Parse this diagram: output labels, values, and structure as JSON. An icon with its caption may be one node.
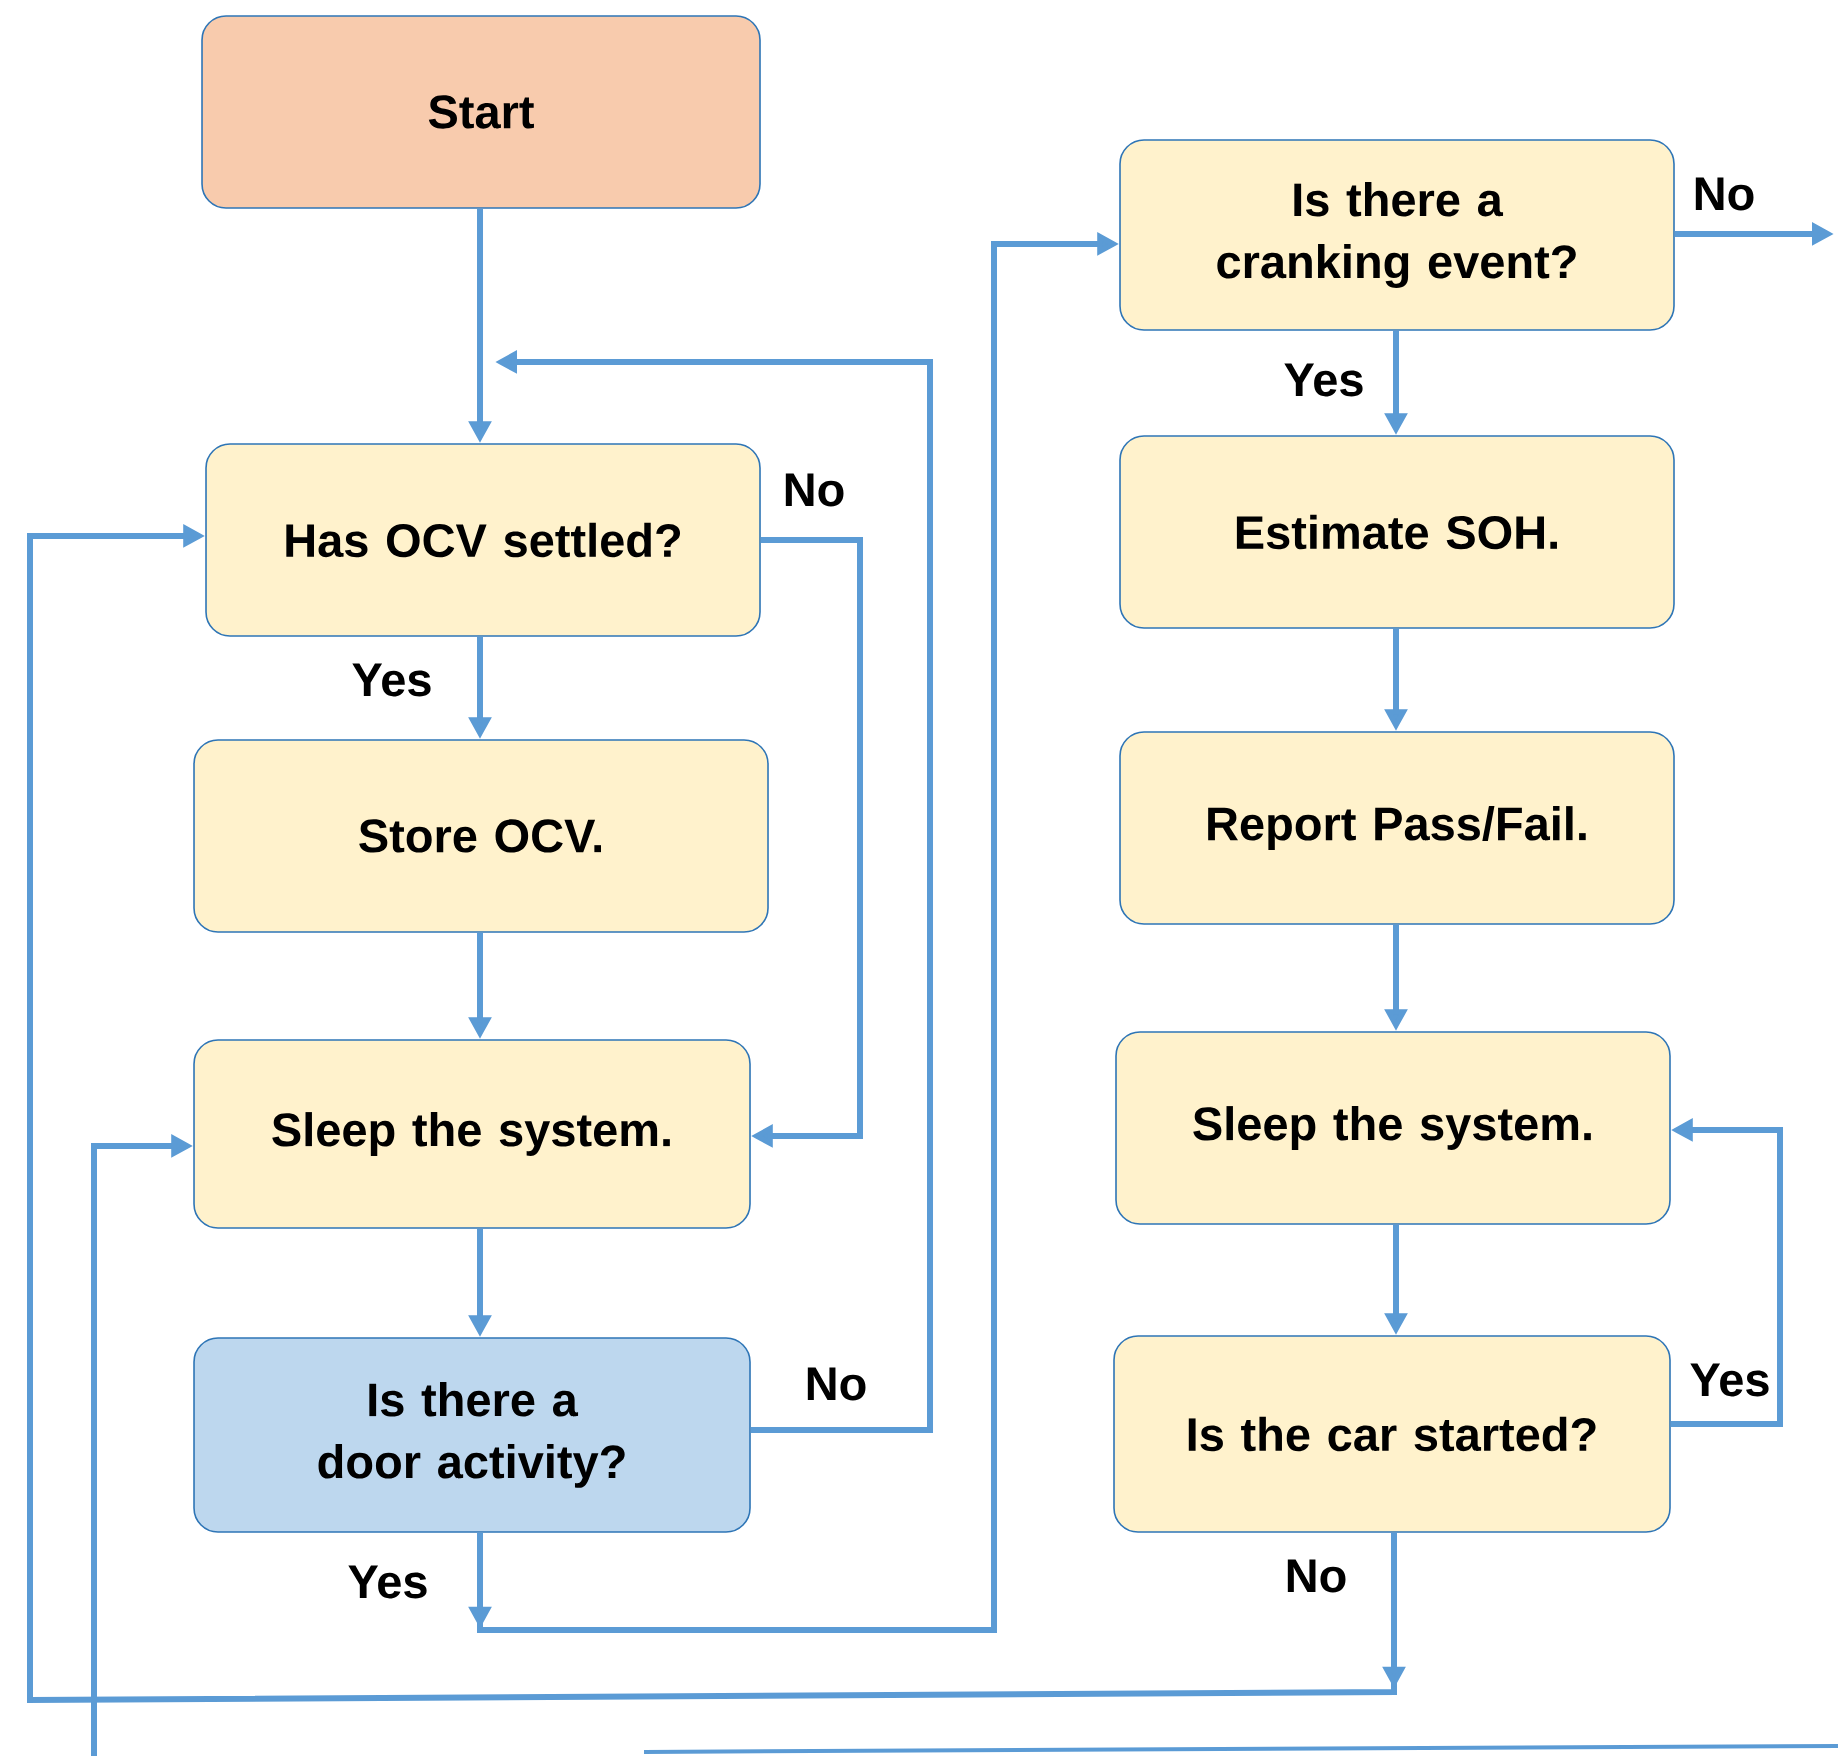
{
  "diagram": {
    "nodes": [
      {
        "text": [
          "Start"
        ]
      },
      {
        "text": [
          "Has OCV settled?"
        ]
      },
      {
        "text": [
          "Store OCV."
        ]
      },
      {
        "text": [
          "Sleep the system."
        ]
      },
      {
        "text": [
          "Is there a door activity?"
        ]
      },
      {
        "text": [
          "Is there a cranking event?"
        ]
      },
      {
        "text": [
          "Estimate SOH."
        ]
      },
      {
        "text": [
          "Report Pass/Fail."
        ]
      },
      {
        "text": [
          "Sleep the system."
        ]
      },
      {
        "text": [
          "Is the car started?"
        ]
      }
    ],
    "edges": [
      {
        "from": 0,
        "to": 1,
        "arrow": "to"
      },
      {
        "from": 1,
        "to": 2,
        "arrow": "to",
        "label": "Yes"
      },
      {
        "from": 1,
        "to": 3,
        "arrow": "to",
        "label": "No"
      },
      {
        "from": 2,
        "to": 3,
        "arrow": "to"
      },
      {
        "from": 3,
        "to": 4,
        "arrow": "to"
      },
      {
        "from": 4,
        "to": 1,
        "arrow": "to",
        "label": "No"
      },
      {
        "from": 4,
        "to": 5,
        "arrow": "to",
        "label": "Yes"
      },
      {
        "from": 5,
        "to": null,
        "arrow": "to",
        "label": "No"
      },
      {
        "from": 5,
        "to": 6,
        "arrow": "to",
        "label": "Yes"
      },
      {
        "from": 6,
        "to": 7,
        "arrow": "to"
      },
      {
        "from": 7,
        "to": 8,
        "arrow": "to"
      },
      {
        "from": 8,
        "to": 9,
        "arrow": "to"
      },
      {
        "from": 9,
        "to": 8,
        "arrow": "to",
        "label": "Yes"
      },
      {
        "from": 9,
        "to": 1,
        "arrow": "to",
        "label": "No"
      },
      {
        "from": null,
        "to": 3,
        "arrow": "to"
      }
    ]
  }
}
